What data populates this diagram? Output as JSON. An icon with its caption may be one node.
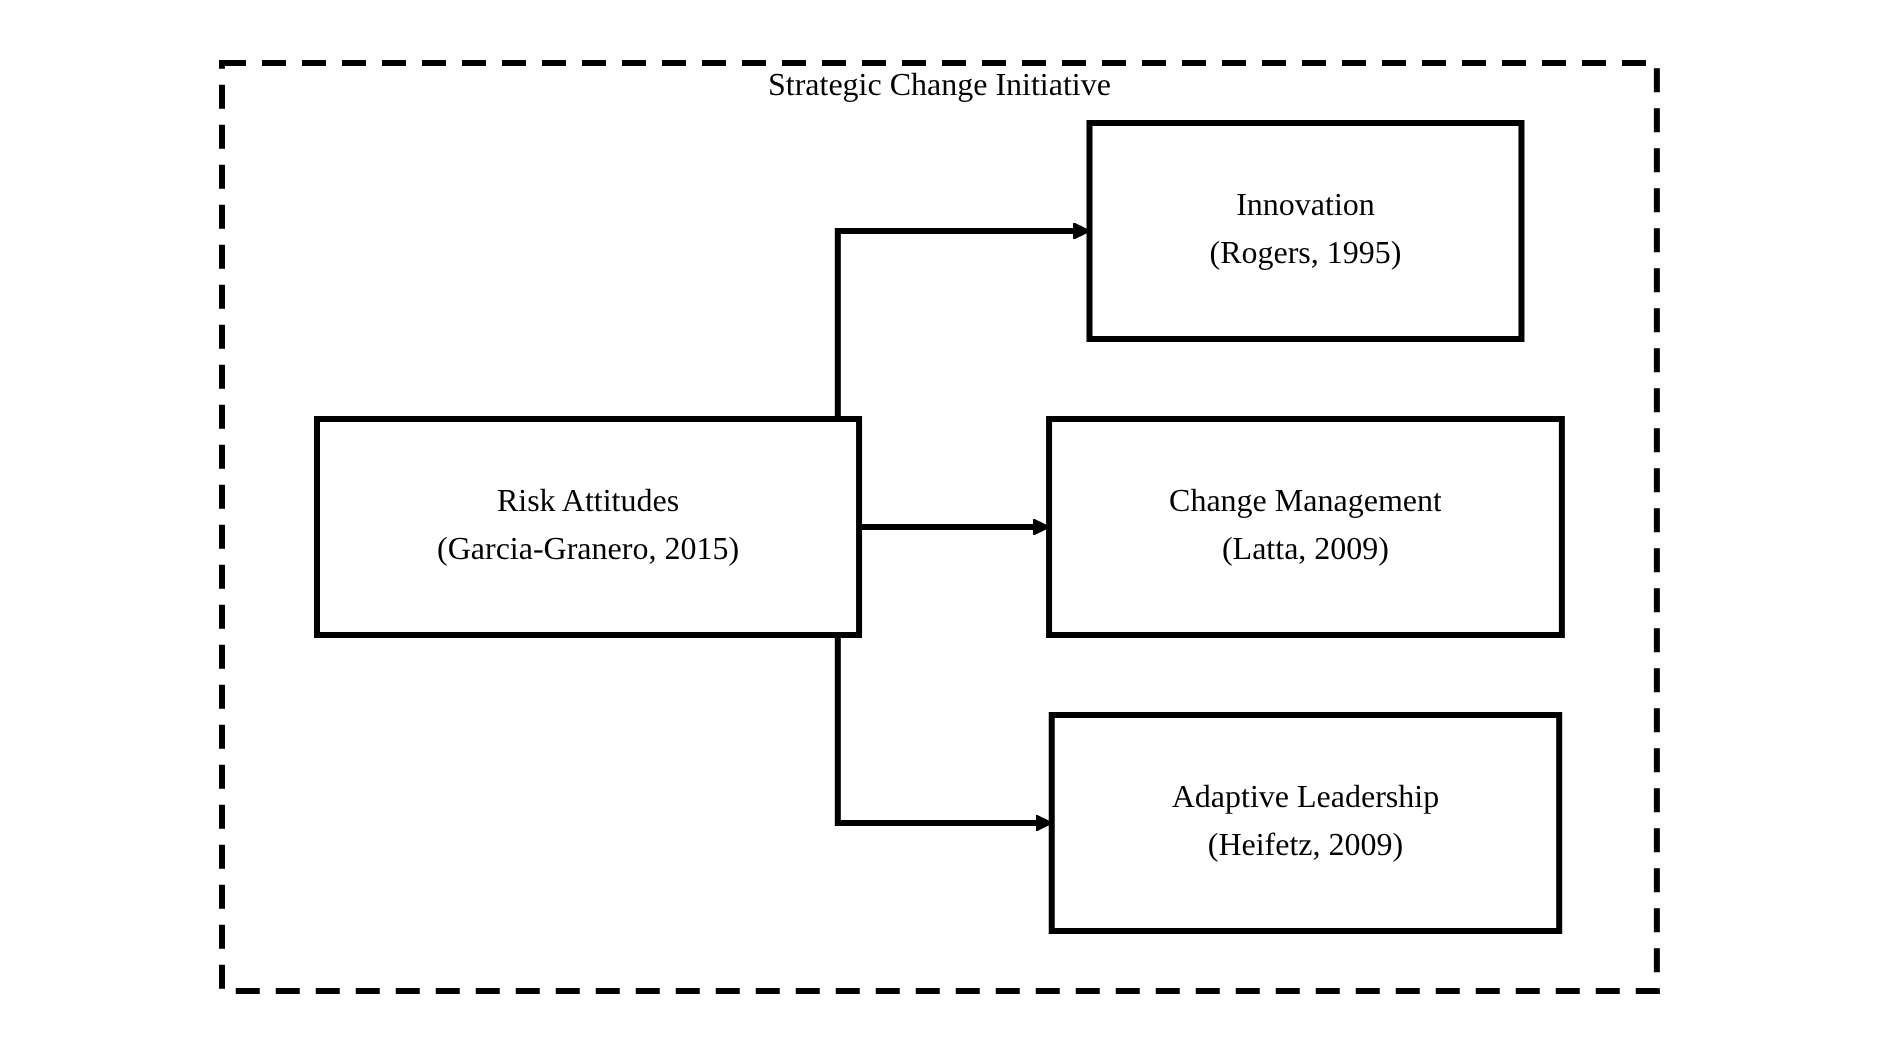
{
  "diagram": {
    "nodes": [
      {
        "text": [
          "Strategic Change Initiative"
        ]
      },
      {
        "text": [
          "Risk Attitudes",
          "(Garcia-Granero, 2015)"
        ],
        "in": 0
      },
      {
        "text": [
          "Innovation",
          "(Rogers, 1995)"
        ],
        "in": 0
      },
      {
        "text": [
          "Change Management",
          "(Latta, 2009)"
        ],
        "in": 0
      },
      {
        "text": [
          "Adaptive Leadership",
          "(Heifetz, 2009)"
        ],
        "in": 0
      }
    ],
    "edges": [
      {
        "from": 1,
        "to": 2,
        "arrow": "to"
      },
      {
        "from": 1,
        "to": 3,
        "arrow": "to"
      },
      {
        "from": 1,
        "to": 4,
        "arrow": "to"
      }
    ]
  }
}
